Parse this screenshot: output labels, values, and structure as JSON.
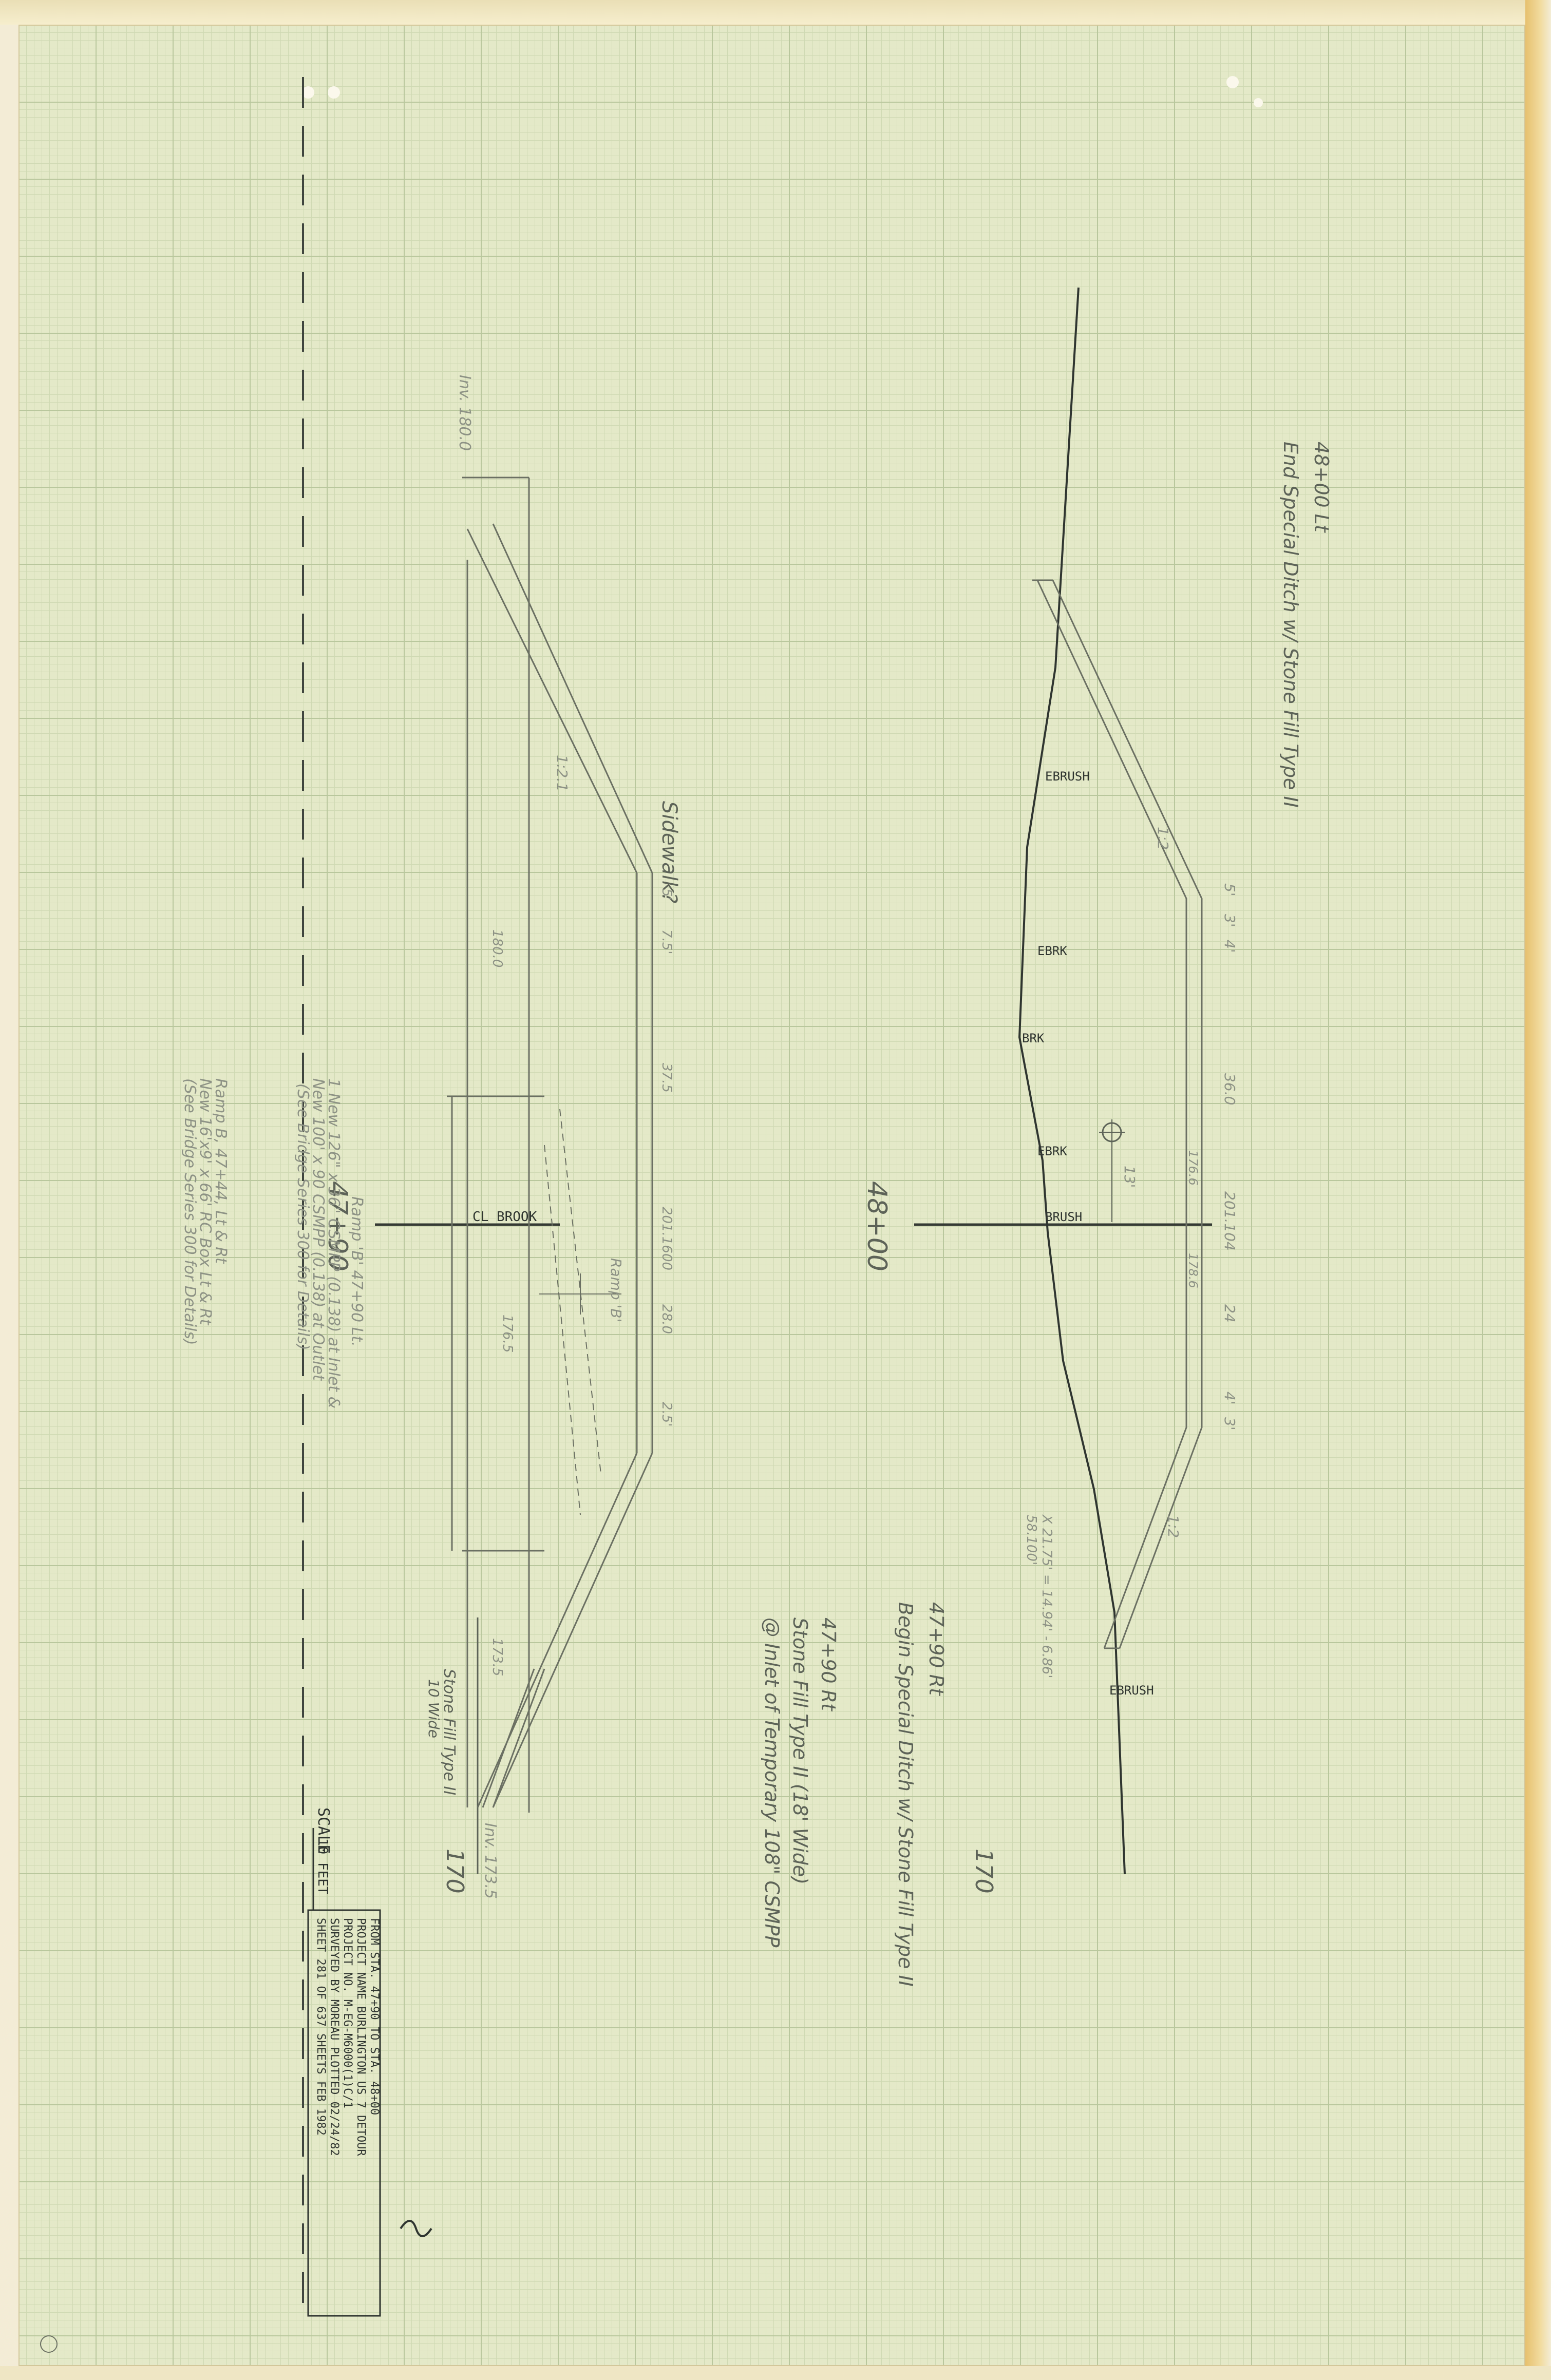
{
  "colors": {
    "grid_major": "#b9c79d",
    "grid_minor": "#cfd9b3",
    "paper": "#e4e9c8",
    "pencil": "#5d6358",
    "ink": "#2f3530"
  },
  "left_section": {
    "station": "47+90",
    "offset_line_label": "170",
    "top_label": "Inv. 180.0",
    "bottom_label": "Inv. 173.5",
    "sidewalk_label": "Sidewalk?",
    "slope_label": "1:2.1",
    "brook_label": "CL BROOK",
    "ramp_label": "Ramp 'B'",
    "stone_fill_label": "Stone Fill Type II",
    "stone_fill_width": "10 Wide",
    "dims": [
      "5'",
      "7.5'",
      "37.5",
      "201.1600",
      "28.0",
      "2.5'"
    ],
    "arrow_labels": [
      "180.0",
      "176.5",
      "173.5"
    ],
    "notes": [
      "Ramp 'B' 47+90 Lt.",
      "1 New 126\" x 36\" CSMPP (0.138) at Inlet &",
      "New 100' x 90 CSMPP (0.138) at Outlet",
      "(See Bridge Series 300 for Details)",
      "Ramp B, 47+44, Lt & Rt",
      "New 16'x9' x 66' RC Box Lt & Rt",
      "(See Bridge Series 300 for Details)"
    ]
  },
  "right_section": {
    "station": "48+00",
    "offset_line_label": "170",
    "top_note": [
      "48+00 Lt",
      "End Special Ditch w/ Stone Fill Type II"
    ],
    "slope_labels": [
      "1:2",
      "1:2"
    ],
    "dims": [
      "5'",
      "3'",
      "4'",
      "36.0",
      "201.104",
      "24",
      "4'",
      "3'",
      "13'"
    ],
    "elev_labels": [
      "176.6",
      "178.6"
    ],
    "ground_labels": [
      "EBRUSH",
      "EBRK",
      "BRK",
      "EBRK",
      "BRUSH",
      "EBRUSH"
    ],
    "pencil_note": [
      "X 21.75' = 14.94' - 6.86'",
      "58.100'"
    ],
    "note_a": [
      "47+90 Rt",
      "Begin Special Ditch w/ Stone Fill Type II"
    ],
    "note_b": [
      "47+90 Rt",
      "Stone Fill Type II (18' Wide)",
      "@ Inlet of Temporary 108\" CSMPP"
    ]
  },
  "scale": {
    "label": "SCALE",
    "unit": "10 FEET"
  },
  "title_block": {
    "line1": "FROM STA. 47+90     TO STA. 48+00",
    "line2": "PROJECT NAME  BURLINGTON  US 7 DETOUR",
    "line3": "PROJECT NO. M-EG-M6000(1)C/1",
    "line4": "SURVEYED BY  MOREAU     PLOTTED 02/24/82",
    "line5": "SHEET 281 OF 637 SHEETS     FEB 1982"
  }
}
